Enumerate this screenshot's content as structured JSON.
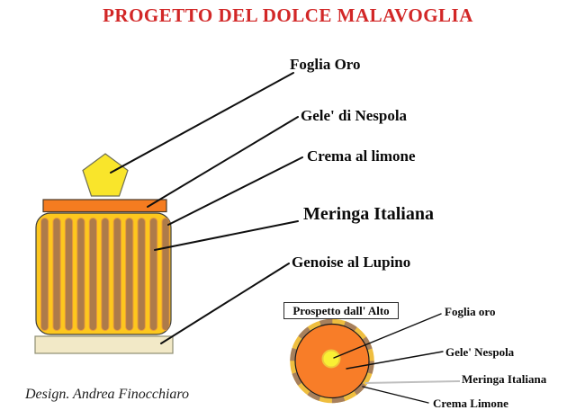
{
  "title": {
    "text": "PROGETTO DEL DOLCE MALAVOGLIA"
  },
  "side_view": {
    "stripe_count": 11,
    "layers": [
      {
        "label": "Foglia Oro"
      },
      {
        "label": "Gele' di Nespola"
      },
      {
        "label": "Crema al limone"
      },
      {
        "label": "Meringa Italiana"
      },
      {
        "label": "Genoise al Lupino"
      }
    ]
  },
  "top_view": {
    "title": "Prospetto dall' Alto",
    "labels": [
      {
        "label": "Foglia oro"
      },
      {
        "label": "Gele' Nespola"
      },
      {
        "label": "Meringa Italiana"
      },
      {
        "label": "Crema Limone"
      }
    ]
  },
  "signature": "Design. Andrea Finocchiaro",
  "colors": {
    "title_red": "#d22727",
    "pentagon_yellow": "#f9e52b",
    "pentagon_stroke": "#6f6f55",
    "gele_orange": "#f57c20",
    "gele_stroke": "#4a3a28",
    "body_gold": "#fdc71e",
    "body_stroke": "#3c3c3c",
    "stripe_brown": "#ad7b4a",
    "stripe_edge": "#e8993a",
    "base_cream": "#f2e9c7",
    "base_stroke": "#8e8e72",
    "ring_gold": "#efbe3f",
    "ring_brown": "#a8805c",
    "circle_orange": "#f87d28",
    "circle_stroke": "#1a1a1a",
    "center_yellow": "#f9f034",
    "center_edge": "#eec63a",
    "leader_black": "#0f0f0f",
    "leader_gray": "#bfbfbf"
  }
}
